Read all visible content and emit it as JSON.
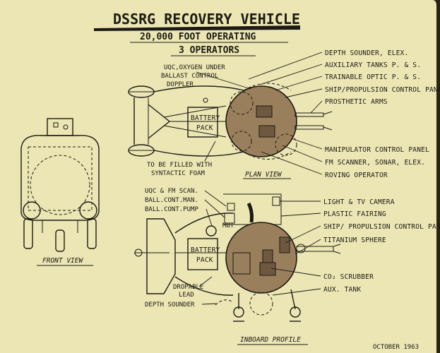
{
  "title": "DSSRG RECOVERY VEHICLE",
  "subtitle1": "20,000 FOOT OPERATING",
  "subtitle2": "3 OPERATORS",
  "plan_labels": {
    "uqc": "UQC,OXYGEN UNDER",
    "ballast": "BALLAST CONTROL",
    "doppler": "DOPPLER",
    "battery1": "BATTERY",
    "battery2": "PACK",
    "fill1": "TO BE FILLED WITH",
    "fill2": "SYNTACTIC FOAM"
  },
  "plan_callouts": [
    "DEPTH SOUNDER, ELEX.",
    "AUXILIARY TANKS P. & S.",
    "TRAINABLE OPTIC P. & S.",
    "SHIP/PROPULSION CONTROL PANEL",
    "PROSTHETIC ARMS",
    "MANIPULATOR CONTROL PANEL",
    "FM SCANNER, SONAR, ELEX.",
    "ROVING OPERATOR"
  ],
  "plan_caption": "PLAN VIEW",
  "front_caption": "FRONT VIEW",
  "inboard_labels": {
    "uqc_fm": "UQC & FM SCAN.",
    "ball_man": "BALL.CONT.MAN.",
    "ball_pump": "BALL.CONT.PUMP",
    "mbt": "MBT",
    "battery1": "BATTERY",
    "battery2": "PACK",
    "drop1": "DROPABLE",
    "drop2": "LEAD",
    "depth": "DEPTH SOUNDER"
  },
  "inboard_callouts": [
    "LIGHT & TV CAMERA",
    "PLASTIC FAIRING",
    "SHIP/ PROPULSION CONTROL PAN.",
    "TITANIUM SPHERE",
    "CO₂ SCRUBBER",
    "AUX. TANK"
  ],
  "inboard_caption": "INBOARD PROFILE",
  "date": "OCTOBER 1963",
  "colors": {
    "board": "#ece6b4",
    "ink": "#1c1a14",
    "sphere": "#9a7f5c"
  }
}
